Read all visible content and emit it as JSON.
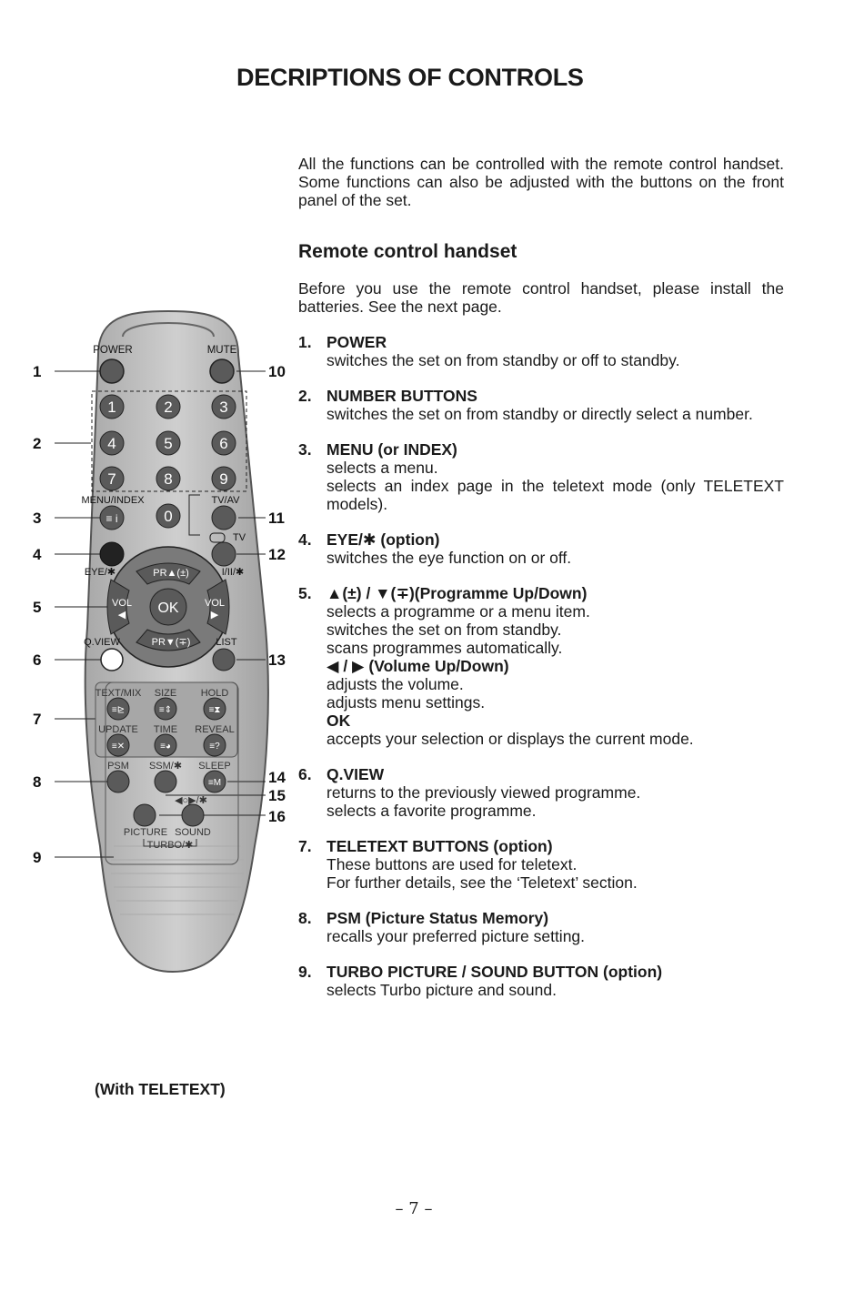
{
  "title": "DECRIPTIONS OF CONTROLS",
  "intro": "All the functions can be controlled with the remote control handset. Some functions can also be adjusted with the buttons on the front panel of the set.",
  "section_title": "Remote control handset",
  "battery_note": "Before you use the remote control handset, please install the batteries. See the next page.",
  "items": [
    {
      "num": "1.",
      "term": "POWER",
      "lines": [
        "switches the set on from standby or off to standby."
      ]
    },
    {
      "num": "2.",
      "term": "NUMBER BUTTONS",
      "lines": [
        "switches the set on from standby or directly select a number."
      ]
    },
    {
      "num": "3.",
      "term": "MENU (or INDEX)",
      "lines": [
        "selects a menu.",
        "selects an index page in the teletext mode (only TELETEXT models)."
      ]
    },
    {
      "num": "4.",
      "term": "EYE/✱ (option)",
      "lines": [
        "switches the eye function on or off."
      ]
    },
    {
      "num": "5.",
      "term": "▲(±) / ▼(∓)(Programme Up/Down)",
      "lines": [
        "selects a programme or a menu item.",
        "switches the set on from standby.",
        "scans programmes automatically."
      ],
      "sub1": "◀ / ▶ (Volume Up/Down)",
      "sub1_lines": [
        "adjusts the volume.",
        "adjusts menu settings."
      ],
      "sub2": "OK",
      "sub2_lines": [
        "accepts your selection or displays the current mode."
      ]
    },
    {
      "num": "6.",
      "term": "Q.VIEW",
      "lines": [
        "returns to the previously viewed programme.",
        "selects a favorite programme."
      ]
    },
    {
      "num": "7.",
      "term": "TELETEXT BUTTONS (option)",
      "lines": [
        "These buttons are used for teletext.",
        "For further details, see the ‘Teletext’ section."
      ]
    },
    {
      "num": "8.",
      "term": "PSM (Picture Status Memory)",
      "lines": [
        "recalls your preferred picture setting."
      ]
    },
    {
      "num": "9.",
      "term": "TURBO PICTURE / SOUND BUTTON (option)",
      "lines": [
        "selects Turbo picture and sound."
      ]
    }
  ],
  "remote": {
    "callouts_left": [
      "1",
      "2",
      "3",
      "4",
      "5",
      "6",
      "7",
      "8",
      "9"
    ],
    "callouts_right": [
      "10",
      "11",
      "12",
      "13",
      "14",
      "15",
      "16"
    ],
    "labels": {
      "power": "POWER",
      "mute": "MUTE",
      "menu_index": "MENU/INDEX",
      "tv_av": "TV/AV",
      "tv": "TV",
      "eye": "EYE/✱",
      "i_ii": "I/II/✱",
      "pr_up": "PR▲(±)",
      "pr_down": "PR▼(∓)",
      "vol_left": "VOL",
      "vol_right": "VOL",
      "ok": "OK",
      "qview": "Q.VIEW",
      "list": "LIST",
      "text_mix": "TEXT/MIX",
      "size": "SIZE",
      "hold": "HOLD",
      "update": "UPDATE",
      "time": "TIME",
      "reveal": "REVEAL",
      "psm": "PSM",
      "ssm": "SSM/✱",
      "sleep": "SLEEP",
      "sound_mode": "◀○▶/✱",
      "picture": "PICTURE",
      "sound": "SOUND",
      "turbo": "TURBO/✱"
    },
    "digits": [
      "1",
      "2",
      "3",
      "4",
      "5",
      "6",
      "7",
      "8",
      "9",
      "0"
    ]
  },
  "caption": "(With TELETEXT)",
  "page_number": "– 7 –",
  "colors": {
    "remote_body": "#b9b9b9",
    "button_dark": "#5a5a5a",
    "eye_button": "#222222",
    "text": "#1a1a1a"
  }
}
